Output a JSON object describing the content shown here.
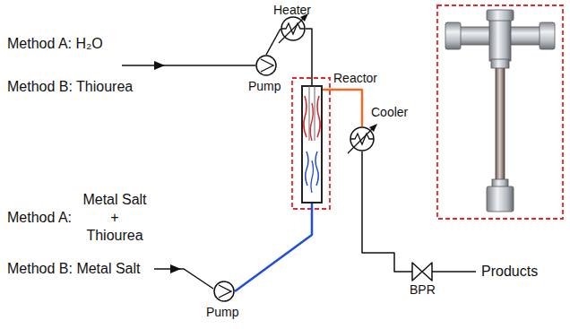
{
  "diagram": {
    "nodes": [
      {
        "text": [
          "Heater"
        ]
      },
      {
        "text": [
          "Pump"
        ]
      },
      {
        "text": [
          "Reactor"
        ]
      },
      {
        "text": [
          "Cooler"
        ]
      },
      {
        "text": [
          "Pump"
        ]
      },
      {
        "text": [
          "BPR"
        ]
      }
    ],
    "edges": [
      {
        "from": 1,
        "to": 0,
        "arrow": "none"
      },
      {
        "from": 0,
        "to": 2,
        "arrow": "none"
      },
      {
        "from": 2,
        "to": 3,
        "arrow": "none"
      },
      {
        "from": 3,
        "to": 5,
        "arrow": "none"
      },
      {
        "from": 4,
        "to": 2,
        "arrow": "none"
      }
    ],
    "labels": [
      "Method A: H₂O",
      "Method B: Thiourea",
      "Method A:",
      "Metal Salt",
      "+",
      "Thiourea",
      "Method B: Metal Salt",
      "Products"
    ]
  }
}
